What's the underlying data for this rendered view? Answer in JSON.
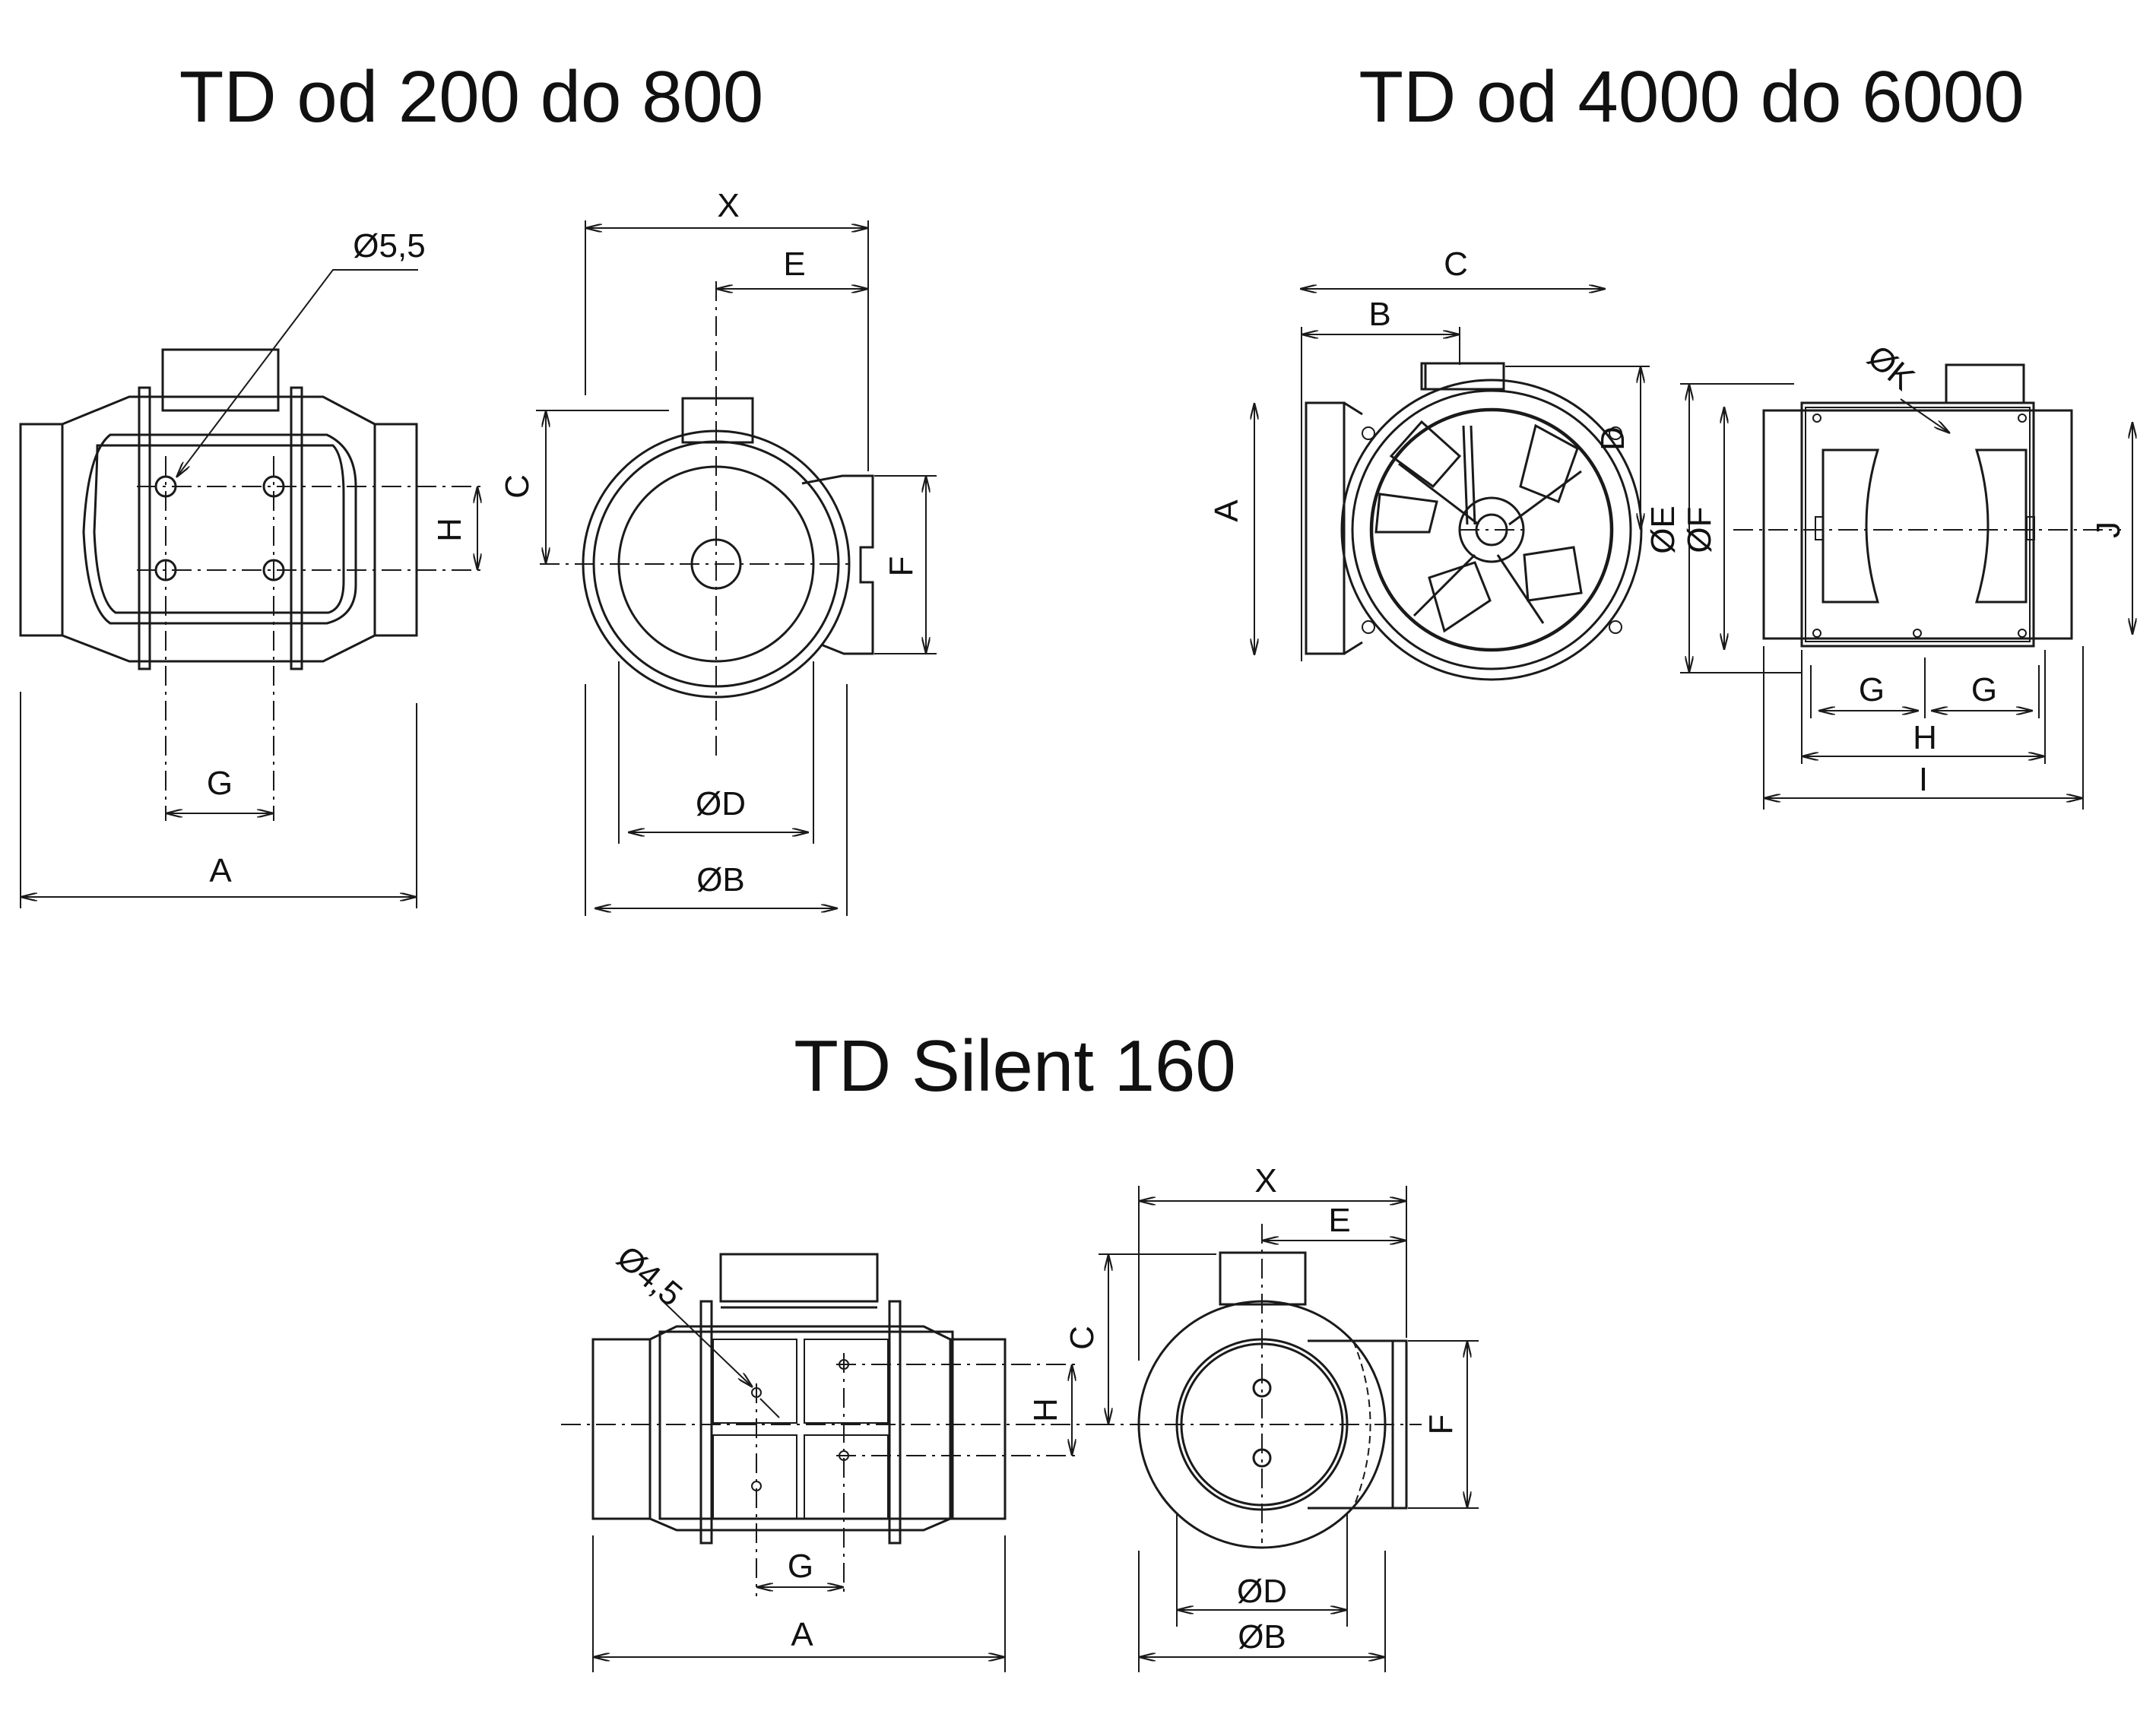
{
  "titles": {
    "td_200_800": "TD od 200 do 800",
    "td_4000_6000": "TD od 4000 do 6000",
    "td_silent_160": "TD Silent 160"
  },
  "labels_200_800": {
    "hole": "Ø5,5",
    "A": "A",
    "G": "G",
    "H": "H",
    "X": "X",
    "E": "E",
    "C": "C",
    "F": "F",
    "D": "ØD",
    "B": "ØB"
  },
  "labels_4000_6000": {
    "C": "C",
    "B": "B",
    "A": "A",
    "D": "D",
    "E": "ØE",
    "F": "ØF",
    "K": "ØK",
    "J": "J",
    "G1": "G",
    "G2": "G",
    "H": "H",
    "I": "I"
  },
  "labels_silent": {
    "hole": "Ø4,5",
    "A": "A",
    "G": "G",
    "H": "H",
    "X": "X",
    "E": "E",
    "C": "C",
    "F": "F",
    "D": "ØD",
    "B": "ØB"
  }
}
